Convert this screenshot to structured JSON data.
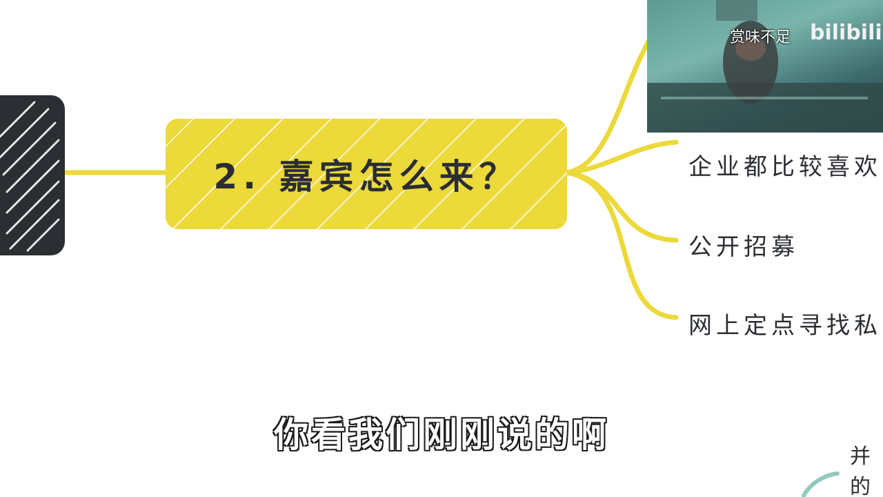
{
  "main_topic": {
    "title": "2. 嘉宾怎么来？"
  },
  "branches": [
    {
      "label": "企业都比较喜欢"
    },
    {
      "label": "公开招募"
    },
    {
      "label": "网上定点寻找私"
    }
  ],
  "video_thumbnail": {
    "watermark": "赏味不足",
    "logo": "bilibili"
  },
  "subtitle": "你看我们刚刚说的啊",
  "corner_fragment": {
    "line1": "并",
    "line2": "的"
  },
  "colors": {
    "node_yellow": "#ecd93a",
    "node_dark": "#2b2e33",
    "branch_line": "#ecd93a",
    "accent_teal": "#8fc9c0"
  },
  "icons": [
    "video-thumbnail-icon",
    "bilibili-logo-icon"
  ]
}
